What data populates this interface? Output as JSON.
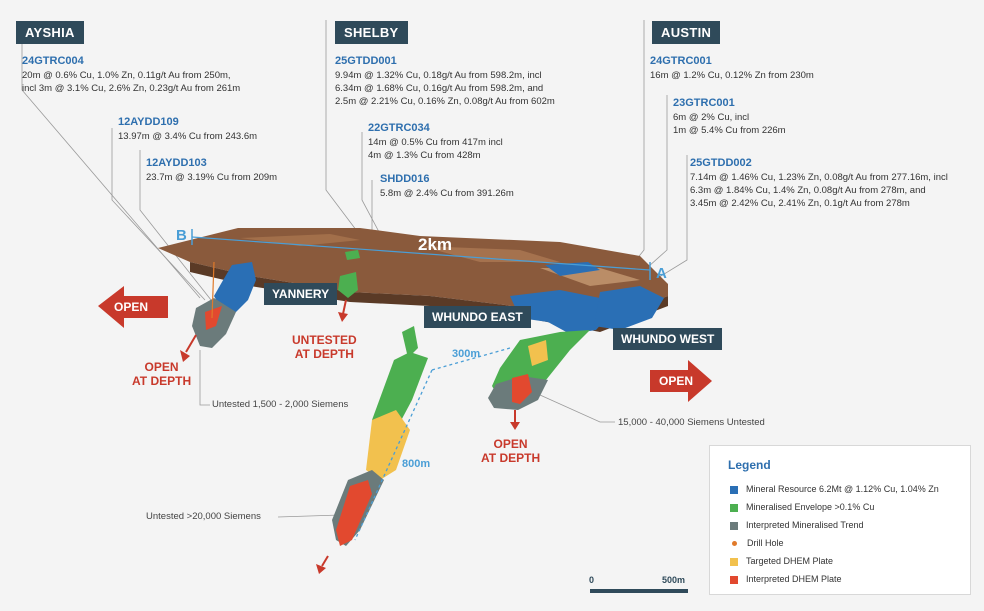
{
  "deposits": {
    "ayshia": "AYSHIA",
    "shelby": "SHELBY",
    "austin": "AUSTIN"
  },
  "holes": {
    "h24gtrc004": {
      "id": "24GTRC004",
      "lines": [
        "20m @ 0.6% Cu, 1.0% Zn, 0.11g/t Au from 250m,",
        "incl 3m @ 3.1% Cu, 2.6% Zn, 0.23g/t Au from 261m"
      ]
    },
    "h12aydd109": {
      "id": "12AYDD109",
      "lines": [
        "13.97m @ 3.4% Cu from 243.6m"
      ]
    },
    "h12aydd103": {
      "id": "12AYDD103",
      "lines": [
        "23.7m @ 3.19% Cu from 209m"
      ]
    },
    "h25gtdd001": {
      "id": "25GTDD001",
      "lines": [
        "9.94m @ 1.32% Cu, 0.18g/t Au from 598.2m, incl",
        "6.34m @ 1.68% Cu, 0.16g/t Au from 598.2m, and",
        "2.5m @ 2.21% Cu, 0.16% Zn, 0.08g/t Au from 602m"
      ]
    },
    "h22gtrc034": {
      "id": "22GTRC034",
      "lines": [
        "14m @ 0.5% Cu from 417m incl",
        "4m @ 1.3% Cu from 428m"
      ]
    },
    "hshdd016": {
      "id": "SHDD016",
      "lines": [
        "5.8m @ 2.4% Cu from 391.26m"
      ]
    },
    "h24gtrc001": {
      "id": "24GTRC001",
      "lines": [
        "16m @ 1.2% Cu, 0.12% Zn from 230m"
      ]
    },
    "h23gtrc001": {
      "id": "23GTRC001",
      "lines": [
        "6m @ 2% Cu, incl",
        "1m @ 5.4% Cu from 226m"
      ]
    },
    "h25gtdd002": {
      "id": "25GTDD002",
      "lines": [
        "7.14m @ 1.46% Cu, 1.23% Zn, 0.08g/t Au from 277.16m, incl",
        "6.3m @ 1.84% Cu, 1.4% Zn, 0.08g/t Au from 278m, and",
        "3.45m @ 2.42% Cu,  2.41% Zn, 0.1g/t Au from 278m"
      ]
    }
  },
  "section": {
    "b": "B",
    "a": "A",
    "length": "2km"
  },
  "tags": {
    "yannery": "YANNERY",
    "whundo_east": "WHUNDO EAST",
    "whundo_west": "WHUNDO WEST"
  },
  "open_labels": {
    "left": "OPEN",
    "right": "OPEN"
  },
  "depth_labels": {
    "ayshia": [
      "OPEN",
      "AT DEPTH"
    ],
    "yannery": [
      "UNTESTED",
      "AT DEPTH"
    ],
    "whundo": [
      "OPEN",
      "AT DEPTH"
    ]
  },
  "notes": {
    "ayshia_siemens": "Untested 1,500 - 2,000 Siemens",
    "whundo_siemens": "15,000 - 40,000 Siemens Untested",
    "deep_siemens": "Untested >20,000 Siemens"
  },
  "distances": {
    "horizontal": "300m",
    "vertical": "800m"
  },
  "legend": {
    "title": "Legend",
    "items": [
      {
        "label": "Mineral Resource 6.2Mt @ 1.12% Cu, 1.04% Zn",
        "color": "#2a6fb5",
        "shape": "square"
      },
      {
        "label": "Mineralised Envelope >0.1% Cu",
        "color": "#4caf50",
        "shape": "square"
      },
      {
        "label": "Interpreted Mineralised Trend",
        "color": "#6b7b7b",
        "shape": "square"
      },
      {
        "label": "Drill Hole",
        "color": "#e07a2b",
        "shape": "dot"
      },
      {
        "label": "Targeted DHEM Plate",
        "color": "#f2c14e",
        "shape": "square"
      },
      {
        "label": "Interpreted DHEM Plate",
        "color": "#e2492f",
        "shape": "square"
      }
    ]
  },
  "scale": {
    "start": "0",
    "end": "500m"
  },
  "colors": {
    "navy": "#2f4a5a",
    "red": "#c8392b",
    "blue": "#2a6fb5",
    "green": "#4caf50",
    "grey": "#6b7b7b",
    "yellow": "#f2c14e",
    "orange_red": "#e2492f",
    "terrain": "#8a5a3c",
    "section_line": "#4a9ed6"
  }
}
